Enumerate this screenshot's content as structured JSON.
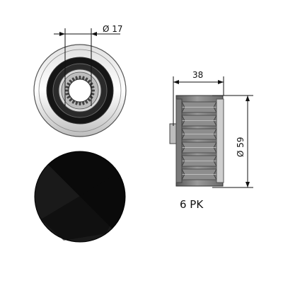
{
  "dimensions": {
    "bore_diameter": "Ø 17",
    "width": "38",
    "outer_diameter": "Ø 59"
  },
  "profile_label": "6 PK"
}
